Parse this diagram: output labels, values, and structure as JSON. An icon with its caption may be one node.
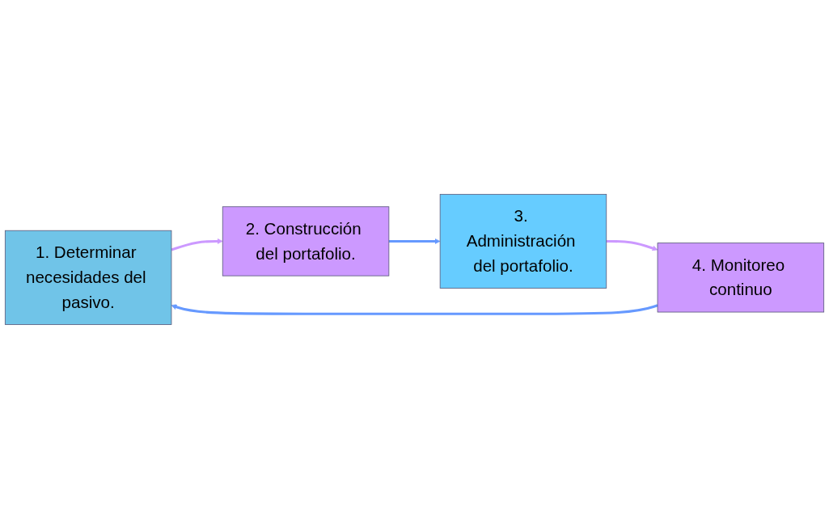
{
  "diagram": {
    "nodes": [
      {
        "text": [
          "1. Determinar necesidades del pasivo."
        ]
      },
      {
        "text": [
          "2. Construcción del portafolio."
        ]
      },
      {
        "text": [
          "3. Administración del portafolio."
        ]
      },
      {
        "text": [
          "4. Monitoreo continuo"
        ]
      }
    ],
    "edges": [
      {
        "from": 0,
        "to": 1,
        "arrow": "to",
        "color": "#cc99ff"
      },
      {
        "from": 1,
        "to": 2,
        "arrow": "to",
        "color": "#6699ff"
      },
      {
        "from": 2,
        "to": 3,
        "arrow": "to",
        "color": "#cc99ff"
      },
      {
        "from": 3,
        "to": 0,
        "arrow": "to",
        "color": "#6699ff"
      }
    ]
  }
}
